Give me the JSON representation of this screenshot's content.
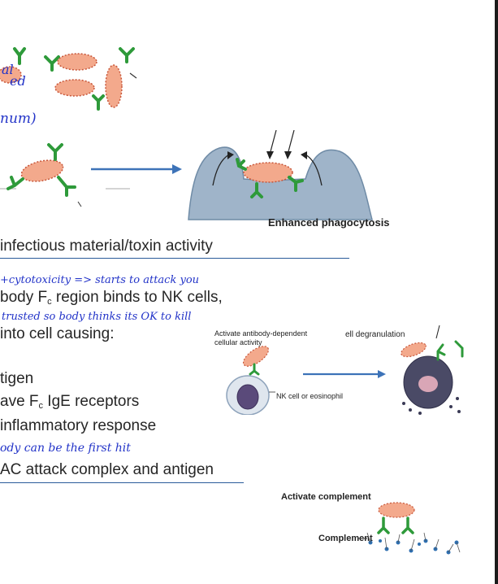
{
  "text": {
    "line_neutralize": "infectious material/toxin activity",
    "line_nk_1_pre": "body F",
    "line_nk_1_sub": "c",
    "line_nk_1_post": " region binds to  NK cells,",
    "line_nk_2": "into cell causing:",
    "line_nk_3": "tigen",
    "line_nk_4_pre": "ave F",
    "line_nk_4_sub": "c",
    "line_nk_4_post": " IgE receptors",
    "line_nk_5": " inflammatory response",
    "line_mac": "AC attack complex and antigen"
  },
  "handwriting": {
    "note_top_1": "al",
    "note_top_2": "ed",
    "note_top_3": "num)",
    "note_cytotox": "+cytotoxicity => starts to attack you",
    "note_trusted": "trusted so body thinks its OK to kill",
    "note_first_hit": "ody can be the first hit"
  },
  "figures": {
    "phagocytosis_label": "Enhanced phagocytosis",
    "adcc_label_1": "Activate antibody-dependent",
    "adcc_label_2": "cellular activity",
    "nk_label": "NK cell or eosinophil",
    "degranulation_label": "ell degranulation",
    "complement_title": "Activate complement",
    "complement_label": "Complement"
  },
  "colors": {
    "bacterium_fill": "#f3a98c",
    "bacterium_stroke": "#c8573a",
    "antibody": "#2e9a3a",
    "arrow": "#3d73b8",
    "phagocyte": "#9fb4c9",
    "handwriting": "#2233c8",
    "complement_protein": "#2e6fb0"
  }
}
